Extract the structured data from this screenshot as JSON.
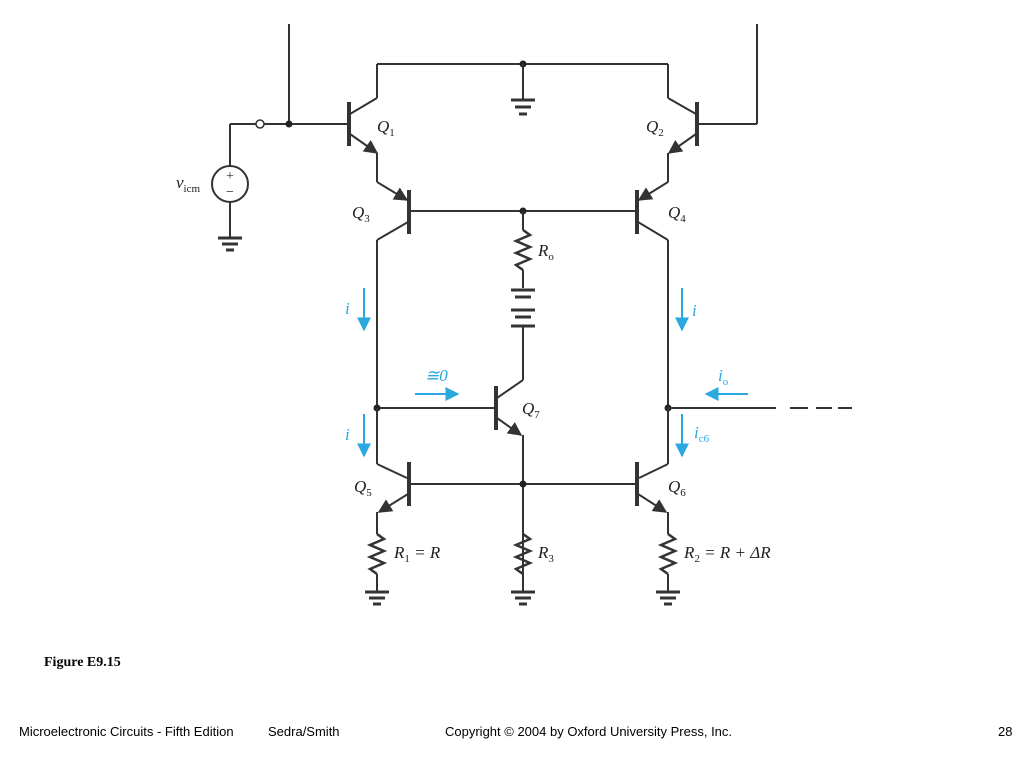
{
  "labels": {
    "Q1": "Q",
    "Q1_sub": "1",
    "Q2": "Q",
    "Q2_sub": "2",
    "Q3": "Q",
    "Q3_sub": "3",
    "Q4": "Q",
    "Q4_sub": "4",
    "Q5": "Q",
    "Q5_sub": "5",
    "Q6": "Q",
    "Q6_sub": "6",
    "Q7": "Q",
    "Q7_sub": "7",
    "Ro": "R",
    "Ro_sub": "o",
    "R1": "R",
    "R1_sub": "1",
    "R1_rest": " = R",
    "R2": "R",
    "R2_sub": "2",
    "R2_rest": " = R + ΔR",
    "R3": "R",
    "R3_sub": "3",
    "vicm": "v",
    "vicm_sub": "icm",
    "plus": "+",
    "minus": "−"
  },
  "annotations": {
    "i_left_top": "i",
    "i_left_bottom": "i",
    "i_right_top": "i",
    "approx_zero": "≅0",
    "io": "i",
    "io_sub": "o",
    "ic6": "i",
    "ic6_sub": "c6"
  },
  "figure_caption": "Figure E9.15",
  "footer": {
    "book": "Microelectronic Circuits - Fifth Edition",
    "authors": "Sedra/Smith",
    "copyright": "Copyright © 2004 by Oxford University Press, Inc.",
    "page": "28"
  },
  "colors": {
    "wire": "#333333",
    "annotation": "#2aa9e0",
    "background": "#ffffff"
  }
}
